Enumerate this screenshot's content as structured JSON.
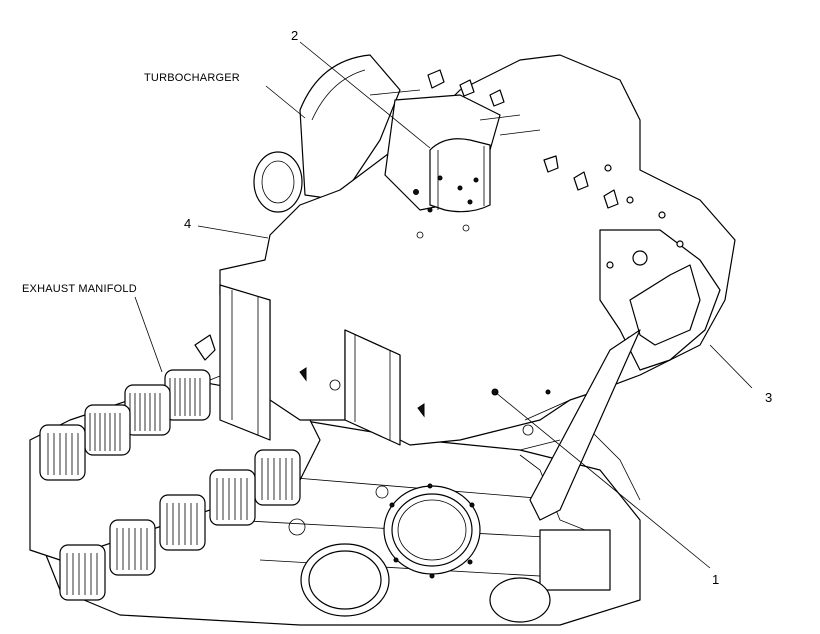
{
  "labels": {
    "turbocharger": "TURBOCHARGER",
    "exhaust_manifold": "EXHAUST MANIFOLD",
    "callout_1": "1",
    "callout_2": "2",
    "callout_3": "3",
    "callout_4": "4"
  }
}
